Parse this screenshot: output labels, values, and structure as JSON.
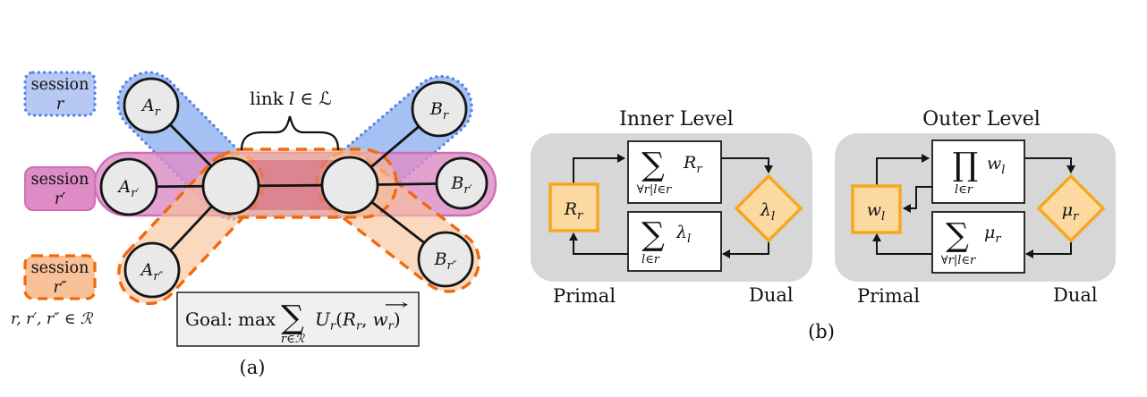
{
  "colors": {
    "session_r_fill": "#8fb0ef",
    "session_r_border": "#4f81e8",
    "session_rp_fill": "#dd8cc6",
    "session_rp_border": "#cf6fb5",
    "session_rpp_fill": "#f9c197",
    "session_rpp_border": "#f2690d",
    "node_fill": "#e9e9e9",
    "panel_fill": "#d7d7d7",
    "accent_fill": "#fcd9a1",
    "accent_border": "#f5a81f"
  },
  "panel_a": {
    "legend": [
      {
        "word": "session",
        "var": "r"
      },
      {
        "word": "session",
        "var": "r′"
      },
      {
        "word": "session",
        "var": "r″"
      }
    ],
    "set_note": "r, r′, r″ ∈ ℛ",
    "link_label": {
      "word": "link",
      "var": "l",
      "rest": "∈ ℒ"
    },
    "nodes": {
      "a_r": {
        "base": "A",
        "sub": "r"
      },
      "a_rp": {
        "base": "A",
        "sub": "r′"
      },
      "a_rpp": {
        "base": "A",
        "sub": "r″"
      },
      "b_r": {
        "base": "B",
        "sub": "r"
      },
      "b_rp": {
        "base": "B",
        "sub": "r′"
      },
      "b_rpp": {
        "base": "B",
        "sub": "r″"
      }
    },
    "goal": {
      "label": "Goal:",
      "max": "max",
      "sum": "∑",
      "sum_under": "r∈ℛ",
      "u": "U",
      "u_sub": "r",
      "open": "(",
      "r": "R",
      "r_sub": "r",
      "comma": ",",
      "w": "w",
      "w_sub": "r",
      "vec": "→",
      "close": ")"
    },
    "caption": "(a)"
  },
  "panel_b": {
    "inner": {
      "title": "Inner Level",
      "primal_node": {
        "base": "R",
        "sub": "r"
      },
      "dual_node": {
        "base": "λ",
        "sub": "l"
      },
      "top_box": {
        "op": "∑",
        "under": "∀r|l∈r",
        "term": "R",
        "term_sub": "r"
      },
      "bottom_box": {
        "op": "∑",
        "under": "l∈r",
        "term": "λ",
        "term_sub": "l"
      },
      "primal_label": "Primal",
      "dual_label": "Dual"
    },
    "outer": {
      "title": "Outer Level",
      "primal_node": {
        "base": "w",
        "sub": "l"
      },
      "dual_node": {
        "base": "μ",
        "sub": "r"
      },
      "top_box": {
        "op": "∏",
        "under": "l∈r",
        "term": "w",
        "term_sub": "l"
      },
      "bottom_box": {
        "op": "∑",
        "under": "∀r|l∈r",
        "term": "μ",
        "term_sub": "r"
      },
      "primal_label": "Primal",
      "dual_label": "Dual"
    },
    "caption": "(b)"
  }
}
